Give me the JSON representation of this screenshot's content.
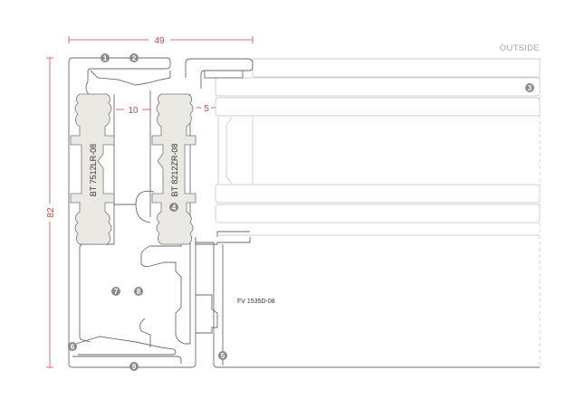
{
  "dimensions": {
    "width": "49",
    "height": "82",
    "gap_a": "10",
    "gap_b": "5"
  },
  "labels": {
    "outside": "OUTSIDE",
    "thermal_break_left": "BT 7512LR-08",
    "thermal_break_right": "BT 8212ZR-08",
    "profile": "FV 1535D-08"
  },
  "markers": [
    "1",
    "2",
    "3",
    "4",
    "5",
    "6",
    "7",
    "8",
    "9"
  ],
  "colors": {
    "dimension": "#c9474f",
    "marker": "#8a8a8a",
    "thermal_break": "#ebe9e4"
  }
}
